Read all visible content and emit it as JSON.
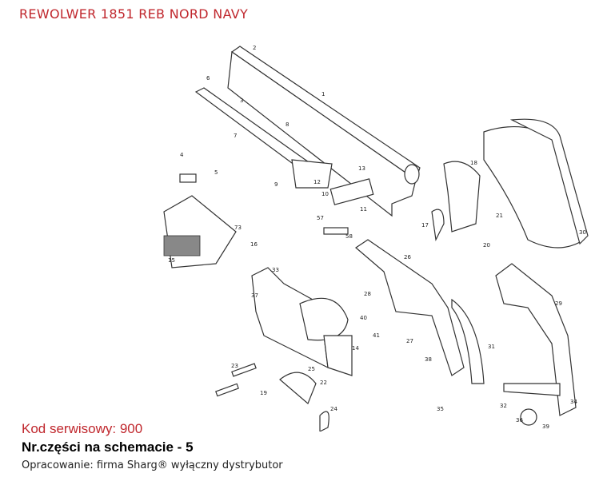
{
  "title": "REWOLWER 1851 REB NORD NAVY",
  "diagram": {
    "labels": [
      "1",
      "2",
      "3",
      "4",
      "5",
      "6",
      "7",
      "8",
      "9",
      "10",
      "11",
      "12",
      "13",
      "14",
      "15",
      "16",
      "17",
      "18",
      "19",
      "20",
      "21",
      "22",
      "23",
      "24",
      "25",
      "26",
      "27",
      "28",
      "29",
      "30",
      "31",
      "32",
      "33",
      "34",
      "35",
      "36",
      "37",
      "38",
      "39",
      "40",
      "41",
      "57",
      "58",
      "73"
    ]
  },
  "service_code": "Kod serwisowy: 900",
  "part_number": "Nr.części na schemacie - 5",
  "credit": "Opracowanie: firma Sharg® wyłączny dystrybutor"
}
